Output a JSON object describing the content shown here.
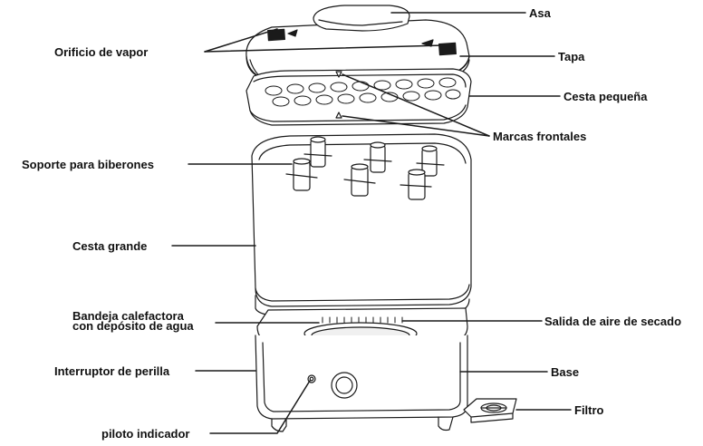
{
  "labels": {
    "asa": "Asa",
    "orificio": "Orificio de vapor",
    "tapa": "Tapa",
    "cesta_pequena": "Cesta pequeña",
    "marcas": "Marcas frontales",
    "soporte": "Soporte para biberones",
    "cesta_grande": "Cesta grande",
    "bandeja_1": "Bandeja calefactora",
    "bandeja_2": "con depósito de agua",
    "salida": "Salida de aire de secado",
    "interruptor": "Interruptor de perilla",
    "base": "Base",
    "filtro": "Filtro",
    "piloto": "piloto indicador"
  },
  "colors": {
    "line": "#1a1a1a",
    "fill": "#ffffff",
    "shade": "#e8e8e8"
  }
}
